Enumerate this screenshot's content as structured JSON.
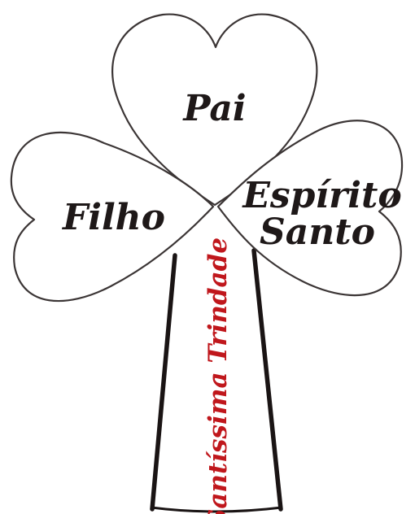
{
  "leaves": {
    "top": "Pai",
    "left": "Filho",
    "right_line1": "Espírito",
    "right_line2": "Santo"
  },
  "stem": {
    "label": "Santíssima Trindade"
  },
  "colors": {
    "outline": "#3b3535",
    "leaf_text": "#1e1818",
    "stem_text": "#c0171c",
    "stem_lines": "#1a1414"
  }
}
